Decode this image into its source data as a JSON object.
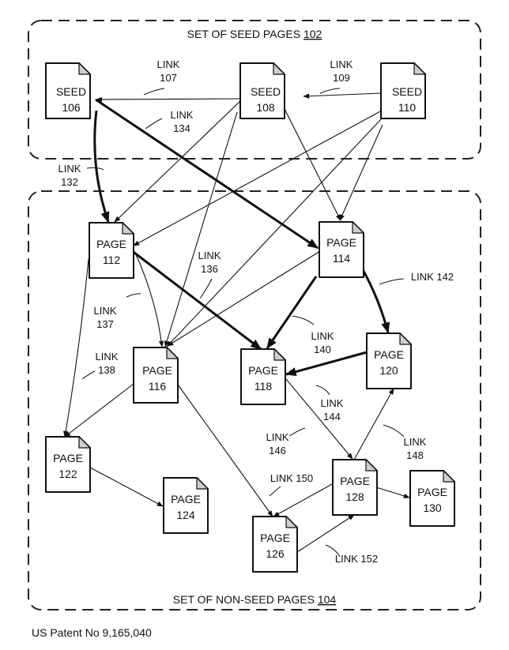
{
  "groups": {
    "seed": {
      "label": "SET OF SEED PAGES ",
      "ref": "102"
    },
    "nonseed": {
      "label": "SET OF NON-SEED PAGES ",
      "ref": "104"
    }
  },
  "nodes": [
    {
      "id": "seed106",
      "kind": "SEED",
      "num": "106"
    },
    {
      "id": "seed108",
      "kind": "SEED",
      "num": "108"
    },
    {
      "id": "seed110",
      "kind": "SEED",
      "num": "110"
    },
    {
      "id": "page112",
      "kind": "PAGE",
      "num": "112"
    },
    {
      "id": "page114",
      "kind": "PAGE",
      "num": "114"
    },
    {
      "id": "page116",
      "kind": "PAGE",
      "num": "116"
    },
    {
      "id": "page118",
      "kind": "PAGE",
      "num": "118"
    },
    {
      "id": "page120",
      "kind": "PAGE",
      "num": "120"
    },
    {
      "id": "page122",
      "kind": "PAGE",
      "num": "122"
    },
    {
      "id": "page124",
      "kind": "PAGE",
      "num": "124"
    },
    {
      "id": "page126",
      "kind": "PAGE",
      "num": "126"
    },
    {
      "id": "page128",
      "kind": "PAGE",
      "num": "128"
    },
    {
      "id": "page130",
      "kind": "PAGE",
      "num": "130"
    }
  ],
  "edges": [
    {
      "id": "link107",
      "from": "seed108",
      "to": "seed106",
      "label": [
        "LINK",
        "107"
      ]
    },
    {
      "id": "link109",
      "from": "seed110",
      "to": "seed108",
      "label": [
        "LINK",
        "109"
      ]
    },
    {
      "id": "link134",
      "from": "seed106",
      "to": "page114",
      "label": [
        "LINK",
        "134"
      ],
      "weight": "thick"
    },
    {
      "id": "link132",
      "from": "seed106",
      "to": "page112",
      "label": [
        "LINK",
        "132"
      ],
      "weight": "thick"
    },
    {
      "id": "e108_112",
      "from": "seed108",
      "to": "page112"
    },
    {
      "id": "e108_116",
      "from": "seed108",
      "to": "page116"
    },
    {
      "id": "e108_114",
      "from": "seed108",
      "to": "page114"
    },
    {
      "id": "e110_112",
      "from": "seed110",
      "to": "page112"
    },
    {
      "id": "e110_114",
      "from": "seed110",
      "to": "page114"
    },
    {
      "id": "e110_116",
      "from": "seed110",
      "to": "page116"
    },
    {
      "id": "link136",
      "from": "page112",
      "to": "page118",
      "label": [
        "LINK",
        "136"
      ],
      "weight": "thick"
    },
    {
      "id": "link137",
      "from": "page112",
      "to": "page116",
      "label": [
        "LINK",
        "137"
      ]
    },
    {
      "id": "link138",
      "from": "page112",
      "to": "page122",
      "label": [
        "LINK",
        "138"
      ]
    },
    {
      "id": "e114_116",
      "from": "page114",
      "to": "page116"
    },
    {
      "id": "link140",
      "from": "page114",
      "to": "page118",
      "label": [
        "LINK",
        "140"
      ],
      "weight": "thick"
    },
    {
      "id": "link142",
      "from": "page114",
      "to": "page120",
      "label": [
        "LINK 142"
      ],
      "weight": "thick"
    },
    {
      "id": "link144",
      "from": "page120",
      "to": "page118",
      "label": [
        "LINK",
        "144"
      ],
      "weight": "thick"
    },
    {
      "id": "e116_122",
      "from": "page116",
      "to": "page122"
    },
    {
      "id": "e116_126",
      "from": "page116",
      "to": "page126"
    },
    {
      "id": "link146",
      "from": "page118",
      "to": "page128",
      "label": [
        "LINK",
        "146"
      ]
    },
    {
      "id": "link148",
      "from": "page128",
      "to": "page120",
      "label": [
        "LINK",
        "148"
      ]
    },
    {
      "id": "e122_124",
      "from": "page122",
      "to": "page124"
    },
    {
      "id": "link150",
      "from": "page128",
      "to": "page126",
      "label": [
        "LINK 150"
      ]
    },
    {
      "id": "link152",
      "from": "page126",
      "to": "page128",
      "label": [
        "LINK 152"
      ]
    },
    {
      "id": "e128_130",
      "from": "page128",
      "to": "page130"
    }
  ],
  "footer": "US Patent No 9,165,040"
}
